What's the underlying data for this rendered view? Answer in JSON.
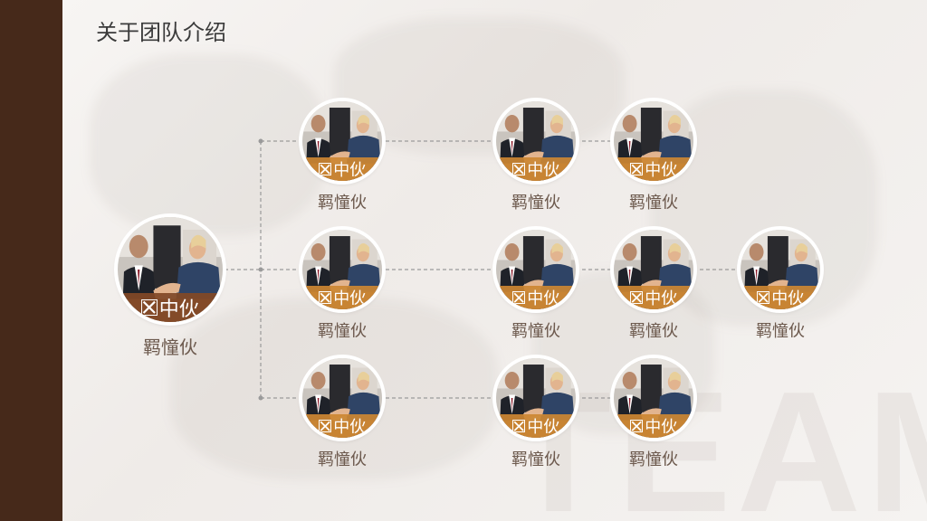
{
  "title": "关于团队介绍",
  "colors": {
    "sidebar": "#46291a",
    "band_small": "#cd8732",
    "band_large": "#824826",
    "connector": "#9a9a9a"
  },
  "leader": {
    "badge": "中伙",
    "badge_icon": "box-x-icon",
    "name": "羁憧伙"
  },
  "rows": [
    {
      "members": [
        {
          "badge": "中伙",
          "name": "羁憧伙"
        },
        {
          "badge": "中伙",
          "name": "羁憧伙"
        },
        {
          "badge": "中伙",
          "name": "羁憧伙"
        }
      ]
    },
    {
      "members": [
        {
          "badge": "中伙",
          "name": "羁憧伙"
        },
        {
          "badge": "中伙",
          "name": "羁憧伙"
        },
        {
          "badge": "中伙",
          "name": "羁憧伙"
        },
        {
          "badge": "中伙",
          "name": "羁憧伙"
        }
      ]
    },
    {
      "members": [
        {
          "badge": "中伙",
          "name": "羁憧伙"
        },
        {
          "badge": "中伙",
          "name": "羁憧伙"
        },
        {
          "badge": "中伙",
          "name": "羁憧伙"
        }
      ]
    }
  ]
}
